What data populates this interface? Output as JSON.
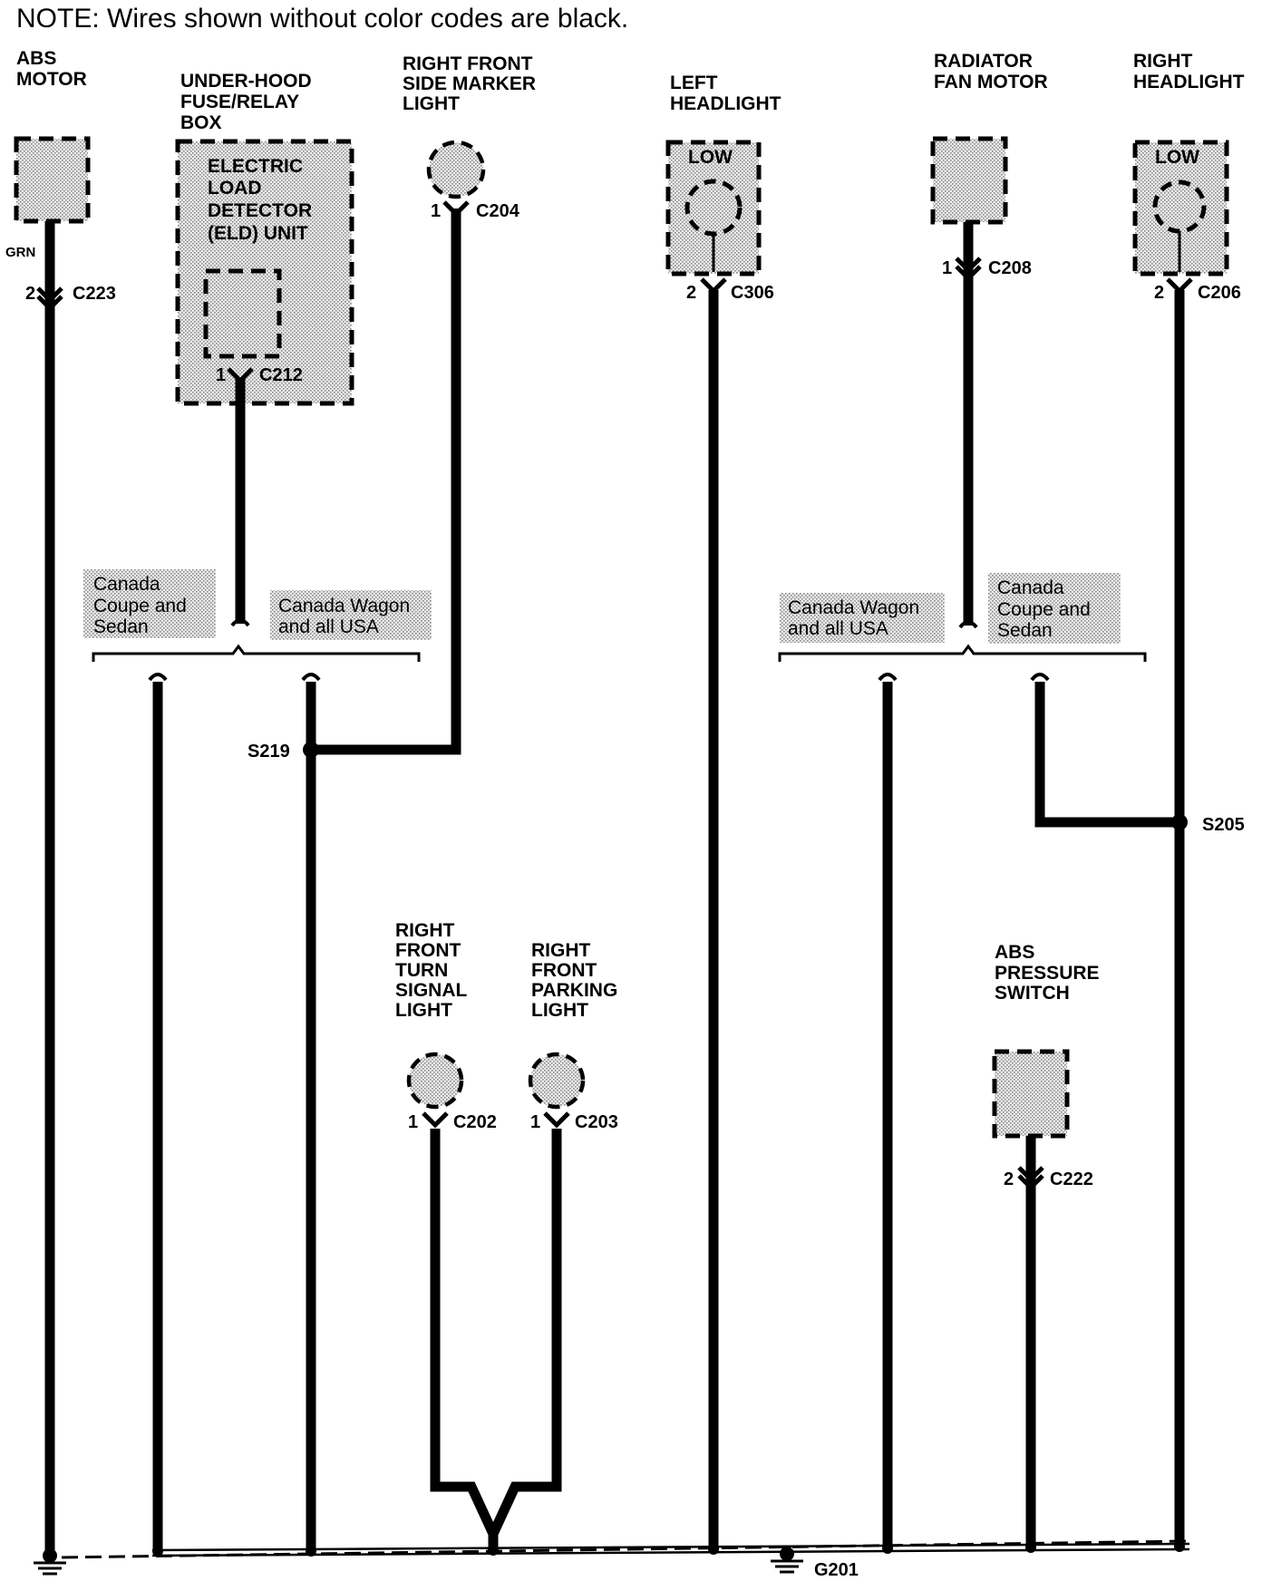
{
  "note": "NOTE: Wires shown without color codes are black.",
  "components": {
    "abs_motor": [
      "ABS",
      "MOTOR"
    ],
    "under_hood_box": [
      "UNDER-HOOD",
      "FUSE/RELAY",
      "BOX"
    ],
    "eld_unit": [
      "ELECTRIC",
      "LOAD",
      "DETECTOR",
      "(ELD) UNIT"
    ],
    "rf_side_marker": [
      "RIGHT FRONT",
      "SIDE MARKER",
      "LIGHT"
    ],
    "left_headlight": [
      "LEFT",
      "HEADLIGHT"
    ],
    "radiator_fan_motor": [
      "RADIATOR",
      "FAN MOTOR"
    ],
    "right_headlight": [
      "RIGHT",
      "HEADLIGHT"
    ],
    "rf_turn_signal": [
      "RIGHT",
      "FRONT",
      "TURN",
      "SIGNAL",
      "LIGHT"
    ],
    "rf_parking": [
      "RIGHT",
      "FRONT",
      "PARKING",
      "LIGHT"
    ],
    "abs_pressure_switch": [
      "ABS",
      "PRESSURE",
      "SWITCH"
    ]
  },
  "low_label": "LOW",
  "wire_color": "GRN",
  "connectors": {
    "c223": {
      "pin": "2",
      "id": "C223"
    },
    "c212": {
      "pin": "1",
      "id": "C212"
    },
    "c204": {
      "pin": "1",
      "id": "C204"
    },
    "c306": {
      "pin": "2",
      "id": "C306"
    },
    "c208": {
      "pin": "1",
      "id": "C208"
    },
    "c206": {
      "pin": "2",
      "id": "C206"
    },
    "c202": {
      "pin": "1",
      "id": "C202"
    },
    "c203": {
      "pin": "1",
      "id": "C203"
    },
    "c222": {
      "pin": "2",
      "id": "C222"
    }
  },
  "variants": {
    "canada_coupe_sedan": [
      "Canada",
      "Coupe and",
      "Sedan"
    ],
    "canada_wagon_usa": [
      "Canada Wagon",
      "and all USA"
    ]
  },
  "splices": {
    "s219": "S219",
    "s205": "S205"
  },
  "ground": "G201"
}
